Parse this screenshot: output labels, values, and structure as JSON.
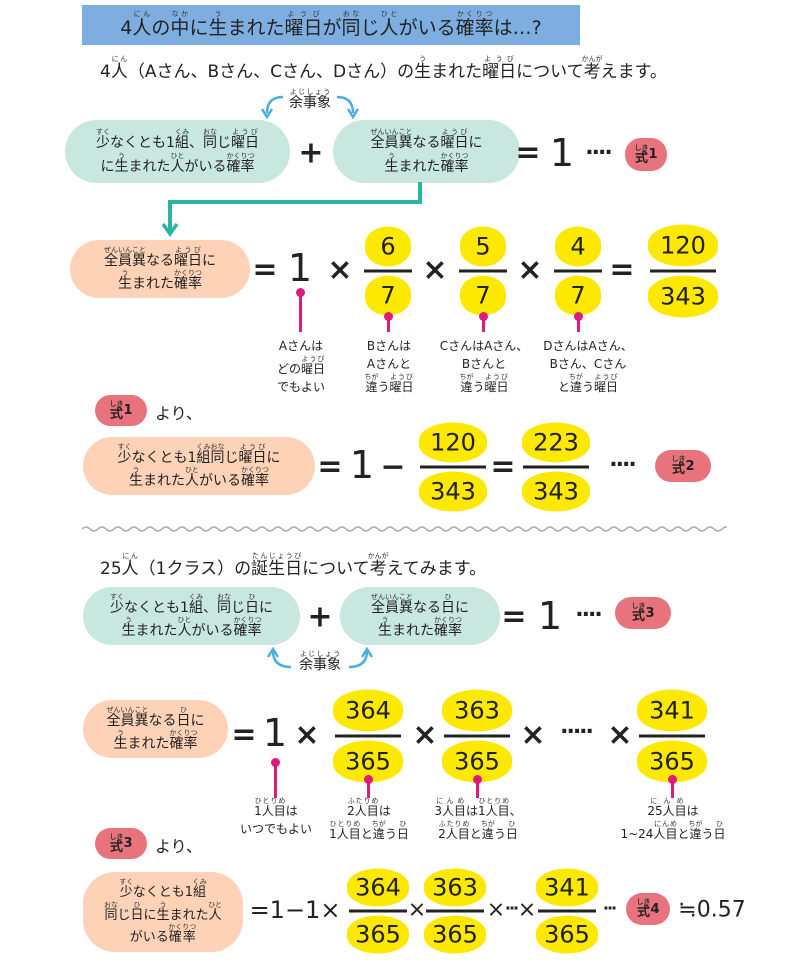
{
  "title": [
    "4",
    [
      "人",
      "にん"
    ],
    "の",
    [
      "中",
      "なか"
    ],
    "に",
    [
      "生",
      "う"
    ],
    "まれた",
    [
      "曜日",
      "ようび"
    ],
    "が",
    [
      "同",
      "おな"
    ],
    "じ",
    [
      "人",
      "ひと"
    ],
    "がいる",
    [
      "確率",
      "かくりつ"
    ],
    "は…?"
  ],
  "section1": {
    "intro": [
      "4",
      [
        "人",
        "にん"
      ],
      "（Aさん、Bさん、Cさん、Dさん）の",
      [
        "生",
        "う"
      ],
      "まれた",
      [
        "曜日",
        "ようび"
      ],
      "について",
      [
        "考",
        "かんが"
      ],
      "えます。"
    ],
    "complement_label": [
      [
        "余事象",
        "よじしょう"
      ]
    ],
    "pill_at_least": [
      [
        [
          "少",
          "すく"
        ],
        "なくとも1",
        [
          "組",
          "くみ"
        ],
        "、",
        [
          "同",
          "おな"
        ],
        "じ",
        [
          "曜日",
          "ようび"
        ]
      ],
      [
        "に",
        [
          "生",
          "う"
        ],
        "まれた",
        [
          "人",
          "ひと"
        ],
        "がいる",
        [
          "確率",
          "かくりつ"
        ]
      ]
    ],
    "pill_all_diff": [
      [
        [
          "全員異",
          "ぜんいんこと"
        ],
        "なる",
        [
          "曜日",
          "ようび"
        ],
        "に"
      ],
      [
        [
          "生",
          "う"
        ],
        "まれた",
        [
          "確率",
          "かくりつ"
        ]
      ]
    ],
    "plus": "+",
    "equals": "=",
    "one": "1",
    "dots": "····",
    "times": "×",
    "minus": "−",
    "badge1": [
      [
        "式",
        "しき"
      ],
      "1"
    ],
    "badge2": [
      [
        "式",
        "しき"
      ],
      "2"
    ],
    "fractions": [
      {
        "num": "6",
        "den": "7"
      },
      {
        "num": "5",
        "den": "7"
      },
      {
        "num": "4",
        "den": "7"
      },
      {
        "num": "120",
        "den": "343"
      }
    ],
    "notes": [
      [
        [
          "Aさんは"
        ],
        [
          "どの",
          [
            "曜日",
            "ようび"
          ]
        ],
        [
          "でもよい"
        ]
      ],
      [
        [
          "Bさんは"
        ],
        [
          "Aさんと"
        ],
        [
          [
            "違",
            "ちが"
          ],
          "う",
          [
            "曜日",
            "ようび"
          ]
        ]
      ],
      [
        [
          "CさんはAさん、"
        ],
        [
          "Bさんと"
        ],
        [
          [
            "違",
            "ちが"
          ],
          "う",
          [
            "曜日",
            "ようび"
          ]
        ]
      ],
      [
        [
          "DさんはAさん、"
        ],
        [
          "Bさん、Cさん"
        ],
        [
          "と",
          [
            "違",
            "ちが"
          ],
          "う",
          [
            "曜日",
            "ようび"
          ]
        ]
      ]
    ],
    "from_text": "より、",
    "pill_result": [
      [
        [
          "少",
          "すく"
        ],
        "なくとも1",
        [
          "組",
          "くみ"
        ],
        [
          "同",
          "おな"
        ],
        "じ",
        [
          "曜日",
          "ようび"
        ],
        "に"
      ],
      [
        [
          "生",
          "う"
        ],
        "まれた",
        [
          "人",
          "ひと"
        ],
        "がいる",
        [
          "確率",
          "かくりつ"
        ]
      ]
    ],
    "result_fractions": [
      {
        "num": "120",
        "den": "343"
      },
      {
        "num": "223",
        "den": "343"
      }
    ]
  },
  "section2": {
    "intro": [
      "25",
      [
        "人",
        "にん"
      ],
      "（1クラス）の",
      [
        "誕生日",
        "たんじょうび"
      ],
      "について",
      [
        "考",
        "かんが"
      ],
      "えてみます。"
    ],
    "complement_label": [
      [
        "余事象",
        "よじしょう"
      ]
    ],
    "pill_at_least": [
      [
        [
          "少",
          "すく"
        ],
        "なくとも1",
        [
          "組",
          "くみ"
        ],
        "、",
        [
          "同",
          "おな"
        ],
        "じ",
        [
          "日",
          "ひ"
        ],
        "に"
      ],
      [
        [
          "生",
          "う"
        ],
        "まれた",
        [
          "人",
          "ひと"
        ],
        "がいる",
        [
          "確率",
          "かくりつ"
        ]
      ]
    ],
    "pill_all_diff": [
      [
        [
          "全員異",
          "ぜんいんこと"
        ],
        "なる",
        [
          "日",
          "ひ"
        ],
        "に"
      ],
      [
        [
          "生",
          "う"
        ],
        "まれた",
        [
          "確率",
          "かくりつ"
        ]
      ]
    ],
    "badge3": [
      [
        "式",
        "しき"
      ],
      "3"
    ],
    "badge4": [
      [
        "式",
        "しき"
      ],
      "4"
    ],
    "fractions": [
      {
        "num": "364",
        "den": "365"
      },
      {
        "num": "363",
        "den": "365"
      },
      {
        "num": "341",
        "den": "365"
      }
    ],
    "long_dots": "·····",
    "notes": [
      [
        [
          [
            "1人目",
            "ひとりめ"
          ],
          "は"
        ],
        [
          "いつでもよい"
        ]
      ],
      [
        [
          [
            "2人目",
            "ふたりめ"
          ],
          "は"
        ],
        [
          [
            "1人目",
            "ひとりめ"
          ],
          "と",
          [
            "違",
            "ちが"
          ],
          "う",
          [
            "日",
            "ひ"
          ]
        ]
      ],
      [
        [
          [
            "3人目",
            "にんめ"
          ],
          "は",
          [
            "1人目",
            "ひとりめ"
          ],
          "、"
        ],
        [
          [
            "2人目",
            "ふたりめ"
          ],
          "と",
          [
            "違",
            "ちが"
          ],
          "う",
          [
            "日",
            "ひ"
          ]
        ]
      ],
      [
        [
          [
            "25人目",
            "にんめ"
          ],
          "は"
        ],
        [
          "1~24",
          [
            "人目",
            "にんめ"
          ],
          "と",
          [
            "違",
            "ちが"
          ],
          "う",
          [
            "日",
            "ひ"
          ]
        ]
      ]
    ],
    "from_text": "より、",
    "pill_result": [
      [
        [
          "少",
          "すく"
        ],
        "なくとも1",
        [
          "組",
          "くみ"
        ]
      ],
      [
        [
          "同",
          "おな"
        ],
        "じ",
        [
          "日",
          "ひ"
        ],
        "に",
        [
          "生",
          "う"
        ],
        "まれた",
        [
          "人",
          "ひと"
        ]
      ],
      [
        "がいる",
        [
          "確率",
          "かくりつ"
        ]
      ]
    ],
    "result_prefix": "=1−1×",
    "short_dots": "···",
    "approx": "≒0.57"
  },
  "colors": {
    "banner": "#7eaee0",
    "green_pill": "#c7e7df",
    "orange_pill": "#fdd2b6",
    "oval": "#fde800",
    "badge": "#e8737c",
    "pin": "#e0197f",
    "connector": "#2bb3a3",
    "arrow": "#4aaee0"
  }
}
